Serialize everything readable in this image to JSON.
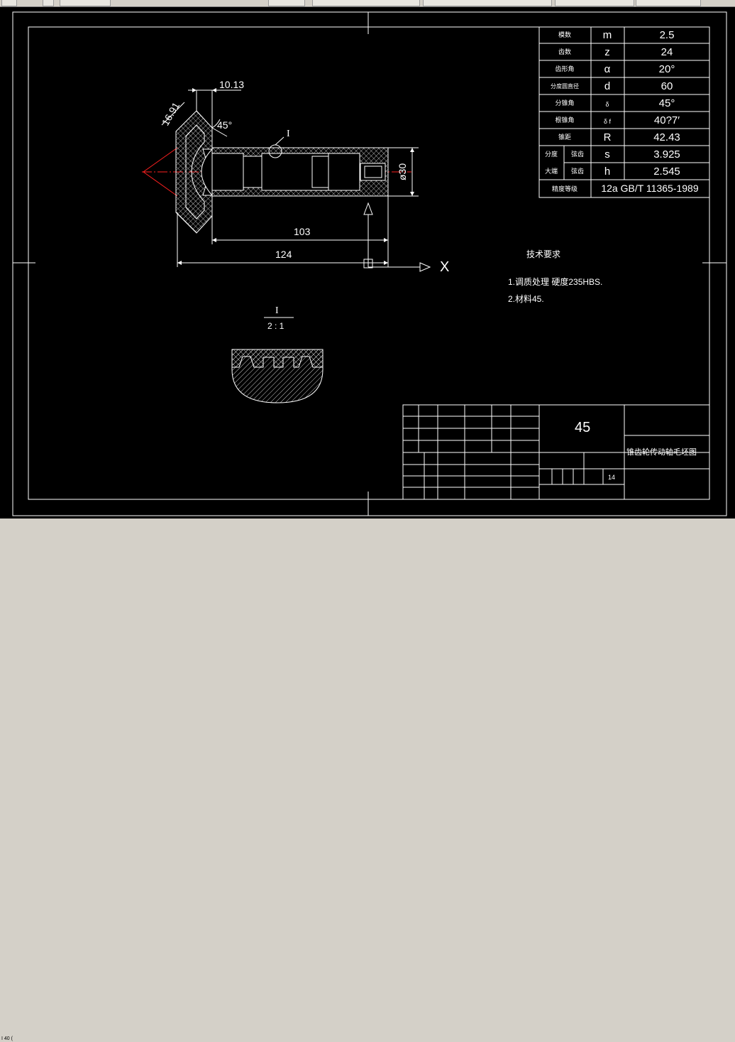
{
  "colors": {
    "background": "#000000",
    "lines": "#ffffff",
    "centerline": "#ff2020",
    "hatch": "#ffffff"
  },
  "status": {
    "command_text": "I      40 ("
  },
  "params": {
    "rows": [
      {
        "label": "模数",
        "symbol": "m",
        "value": "2.5"
      },
      {
        "label": "齿数",
        "symbol": "z",
        "value": "24"
      },
      {
        "label": "齿形角",
        "symbol": "α",
        "value": "20°"
      },
      {
        "label": "分度圆直径",
        "symbol": "d",
        "value": "60"
      },
      {
        "label": "分锥角",
        "symbol": "δ",
        "value": "45°"
      },
      {
        "label": "根锥角",
        "symbol": "δ f",
        "value": "40?7′"
      },
      {
        "label": "锥距",
        "symbol": "R",
        "value": "42.43"
      },
      {
        "label": "分度",
        "label2": "弦齿",
        "symbol": "s",
        "value": "3.925"
      },
      {
        "label": "大端",
        "label2": "弦齿",
        "symbol": "h",
        "value": "2.545"
      },
      {
        "label": "精度等级",
        "value": "12a GB/T 11365-1989"
      }
    ]
  },
  "dims": {
    "d_top": "10.13",
    "d_slant": "16.91",
    "d_angle": "45°",
    "d_diam": "ø30",
    "d_103": "103",
    "d_124": "124",
    "section_mark": "I"
  },
  "axis": {
    "x_label": "X"
  },
  "detail": {
    "label": "I",
    "scale": "2 : 1"
  },
  "tech": {
    "title": "技术要求",
    "line1": "1.调质处理 硬度235HBS.",
    "line2": "2.材料45."
  },
  "titleblock": {
    "material": "45",
    "name": "锥齿轮传动轴毛坯图",
    "sheet": "14"
  }
}
